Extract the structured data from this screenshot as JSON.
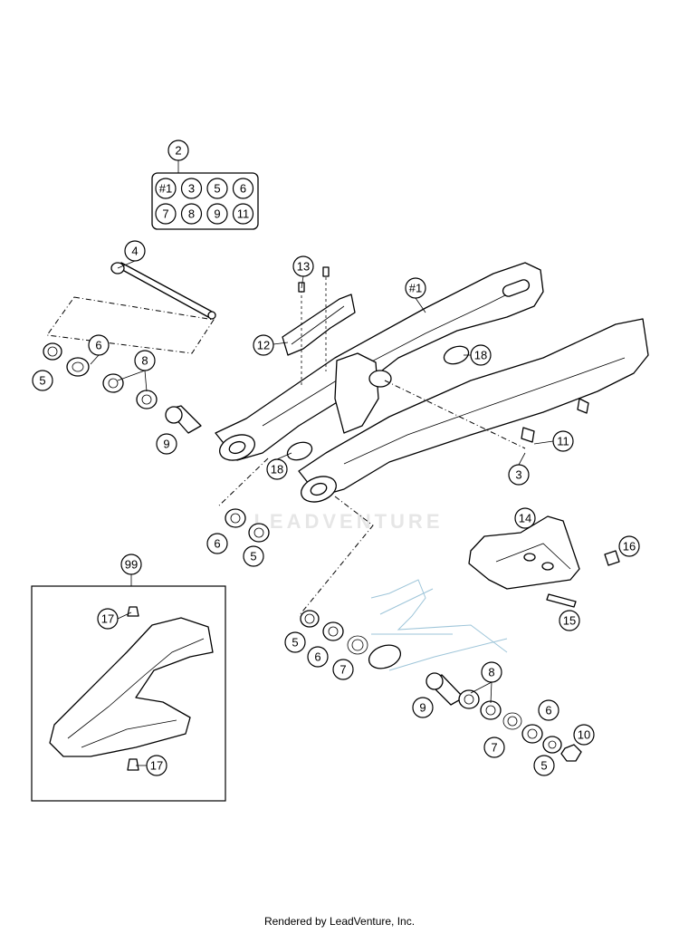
{
  "callouts": {
    "c2": "2",
    "c4": "4",
    "c13": "13",
    "c1": "#1",
    "c12": "12",
    "c18a": "18",
    "c5a": "5",
    "c6a": "6",
    "c8a": "8",
    "c9a": "9",
    "c11": "11",
    "c3": "3",
    "c18b": "18",
    "c6b": "6",
    "c5b": "5",
    "c14": "14",
    "c16": "16",
    "c99": "99",
    "c17a": "17",
    "c15": "15",
    "c5c": "5",
    "c6c": "6",
    "c7a": "7",
    "c8b": "8",
    "c9b": "9",
    "c6d": "6",
    "c10": "10",
    "c7b": "7",
    "c5d": "5",
    "c17b": "17"
  },
  "kit_grid": {
    "row1": [
      "#1",
      "3",
      "5",
      "6"
    ],
    "row2": [
      "7",
      "8",
      "9",
      "11"
    ]
  },
  "watermark": "LEADVENTURE",
  "footer": "Rendered by LeadVenture, Inc."
}
